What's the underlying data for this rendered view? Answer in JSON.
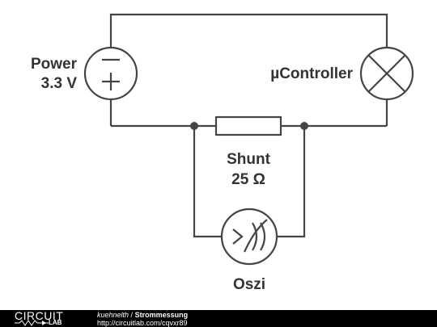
{
  "labels": {
    "power_name": "Power",
    "power_voltage": "3.3 V",
    "controller": "µController",
    "shunt_name": "Shunt",
    "shunt_value": "25 Ω",
    "scope": "Oszi"
  },
  "footer": {
    "logo_top": "CIRCUIT",
    "logo_bottom": "LAB",
    "author": "kuehnelth",
    "separator": " / ",
    "title": "Strommessung",
    "url": "http://circuitlab.com/cqvxr89"
  }
}
